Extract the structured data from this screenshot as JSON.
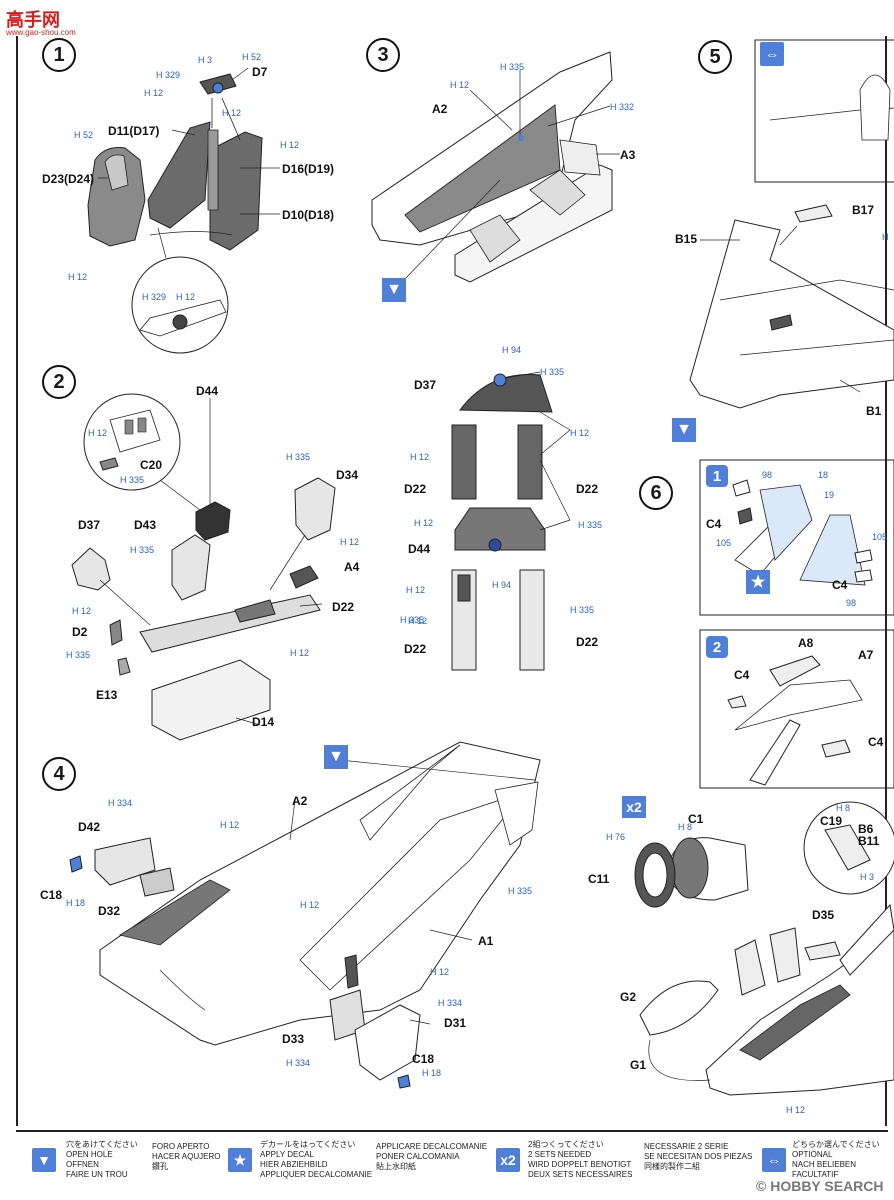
{
  "site_logo": {
    "text": "高手网",
    "url_text": "www.gao-shou.com"
  },
  "watermark": "© HOBBY SEARCH",
  "steps": [
    "1",
    "2",
    "3",
    "4",
    "5",
    "6"
  ],
  "sub_steps": [
    "1",
    "2"
  ],
  "step1": {
    "parts": [
      "D7",
      "D11(D17)",
      "D16(D19)",
      "D10(D18)",
      "D23(D24)"
    ],
    "colors": [
      "H 3",
      "H 52",
      "H 329",
      "H 12",
      "H 12",
      "H 12",
      "H 52",
      "H 12",
      "H 329",
      "H 12"
    ]
  },
  "step2": {
    "parts": [
      "D44",
      "C20",
      "D34",
      "D37",
      "D43",
      "A4",
      "D22",
      "D2",
      "E13",
      "D14"
    ],
    "colors": [
      "H 12",
      "H 335",
      "H 335",
      "H 335",
      "H 12",
      "H 12",
      "H 335",
      "H 12"
    ]
  },
  "step3": {
    "parts": [
      "A2",
      "A3"
    ],
    "colors": [
      "H 335",
      "H 12",
      "H 332"
    ]
  },
  "panels": {
    "parts": [
      "D37",
      "D22",
      "D22",
      "D44",
      "D22",
      "D22"
    ],
    "colors": [
      "H 94",
      "H 335",
      "H 12",
      "H 12",
      "H 12",
      "H 335",
      "H 12",
      "H 94",
      "H 12",
      "H 335",
      "H 335"
    ]
  },
  "step4": {
    "parts": [
      "A2",
      "D42",
      "C18",
      "D32",
      "A1",
      "D33",
      "D31",
      "C18"
    ],
    "colors": [
      "H 334",
      "H 12",
      "H 18",
      "H 12",
      "H 335",
      "H 12",
      "H 334",
      "H 334",
      "H 18"
    ]
  },
  "step5": {
    "parts": [
      "B17",
      "B15",
      "B1"
    ],
    "colors": [
      "H"
    ]
  },
  "step6": {
    "parts": [
      "C4",
      "C4",
      "A8",
      "A7",
      "C4",
      "C4"
    ],
    "colors": [
      "98",
      "18",
      "19",
      "105",
      "105",
      "98"
    ]
  },
  "x2_section": {
    "badge": "x2",
    "parts": [
      "C1",
      "C11",
      "C19",
      "B6",
      "B11",
      "D35",
      "G2",
      "G1"
    ],
    "colors": [
      "H 8",
      "H 76",
      "H 8",
      "H 3",
      "H 12"
    ]
  },
  "legend": [
    {
      "icon": "drill-icon",
      "glyph": "▼",
      "ja": "穴をあけてください",
      "lines": [
        "OPEN HOLE",
        "OFFNEN",
        "FAIRE UN TROU"
      ]
    },
    {
      "icon": "",
      "glyph": "",
      "ja": "",
      "lines": [
        "FORO APERTO",
        "HACER AQUJERO",
        "鑽孔"
      ]
    },
    {
      "icon": "star-icon",
      "glyph": "★",
      "ja": "デカールをはってください",
      "lines": [
        "APPLY DECAL",
        "HIER ABZIEHBILD",
        "APPLIQUER DECALCOMANIE"
      ]
    },
    {
      "icon": "",
      "glyph": "",
      "ja": "",
      "lines": [
        "APPLICARE DECALCOMANIE",
        "PONER CALCOMANIA",
        "貼上水印紙"
      ]
    },
    {
      "icon": "x2-icon",
      "glyph": "x2",
      "ja": "2組つくってください",
      "lines": [
        "2 SETS NEEDED",
        "WIRD DOPPELT BENOTIGT",
        "DEUX SETS NECESSAIRES"
      ]
    },
    {
      "icon": "",
      "glyph": "",
      "ja": "",
      "lines": [
        "NECESSARIE 2 SERIE",
        "SE NECESITAN DOS PIEZAS",
        "同樣的製作二組"
      ]
    },
    {
      "icon": "choice-icon",
      "glyph": "⇔",
      "ja": "どちらか選んでください",
      "lines": [
        "OPTIONAL",
        "NACH BELIEBEN",
        "FACULTATIF"
      ]
    }
  ]
}
